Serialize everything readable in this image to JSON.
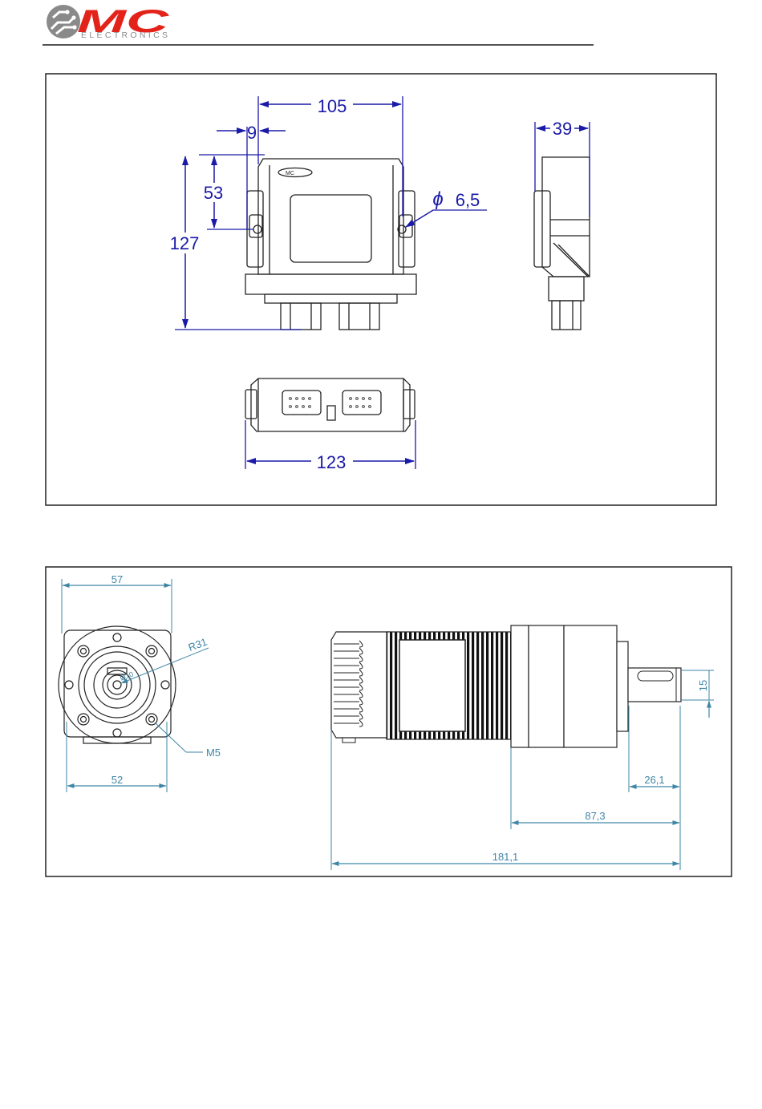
{
  "header": {
    "logo_letters": "MC",
    "logo_subtitle": "ELECTRONICS",
    "brand_red": "#e32219",
    "brand_gray": "#8a8a8a"
  },
  "drawing1": {
    "line_color": "#1a1aa8",
    "dims": {
      "width_top": "105",
      "offset_left": "9",
      "hole_height": "53",
      "total_height": "127",
      "depth": "39",
      "hole_diameter_symbol": "ϕ",
      "hole_diameter": "6,5",
      "bottom_width": "123"
    }
  },
  "drawing2": {
    "line_color": "#3f86a6",
    "dims": {
      "flange_width": "57",
      "radius": "R31",
      "small_circle": "Ø10",
      "thread": "M5",
      "bolt_spacing": "52",
      "shaft_diameter": "15",
      "shaft_length": "26,1",
      "gearbox_length": "87,3",
      "total_length": "181,1"
    }
  }
}
